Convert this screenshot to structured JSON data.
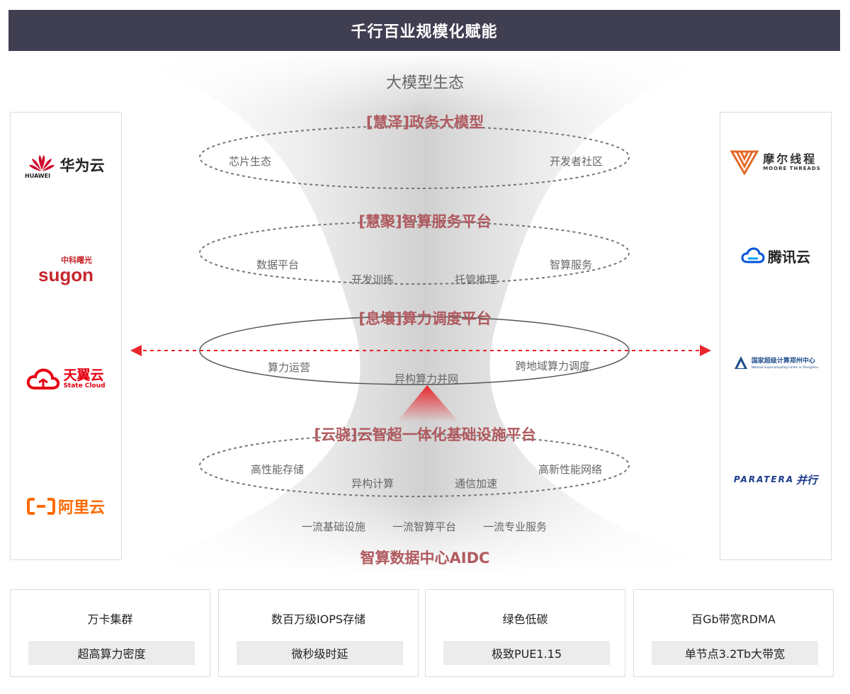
{
  "header": {
    "title": "千行百业规模化赋能"
  },
  "ecosystem": {
    "title": "大模型生态"
  },
  "layers": [
    {
      "title": "[慧泽]政务大模型",
      "items": [
        "芯片生态",
        "开发者社区"
      ]
    },
    {
      "title": "[慧聚]智算服务平台",
      "items": [
        "数据平台",
        "开发训练",
        "托管推理",
        "智算服务"
      ]
    },
    {
      "title": "[息壤]算力调度平台",
      "items": [
        "算力运营",
        "异构算力并网",
        "跨地域算力调度"
      ]
    },
    {
      "title": "[云骁]云智超一体化基础设施平台",
      "items": [
        "高性能存储",
        "异构计算",
        "通信加速",
        "高新性能网络"
      ]
    }
  ],
  "foundation": {
    "items": [
      "一流基础设施",
      "一流智算平台",
      "一流专业服务"
    ],
    "title": "智算数据中心AIDC"
  },
  "partners_left": [
    {
      "name": "华为云",
      "sub": "HUAWEI",
      "icon": "huawei-flower-icon",
      "color": "#cf0a2c"
    },
    {
      "name": "sugon",
      "sub": "中科曙光",
      "icon": "sugon-logo-icon",
      "color": "#c5262c"
    },
    {
      "name": "天翼云",
      "sub": "State Cloud",
      "icon": "cloud-icon",
      "color": "#e60012"
    },
    {
      "name": "阿里云",
      "sub": "",
      "icon": "aliyun-bracket-icon",
      "color": "#ff6a00"
    }
  ],
  "partners_right": [
    {
      "name": "摩尔线程",
      "sub": "MOORE THREADS",
      "icon": "moore-triangle-icon",
      "color": "#e36a2a"
    },
    {
      "name": "腾讯云",
      "sub": "",
      "icon": "tencent-cloud-icon",
      "color": "#0052d9"
    },
    {
      "name": "国家超级计算郑州中心",
      "sub": "National Supercomputing Center in Zhengzhou",
      "icon": "nscc-logo-icon",
      "color": "#1f4e8c"
    },
    {
      "name": "并行",
      "sub": "PARATERA",
      "icon": "paratera-logo-icon",
      "color": "#1a3a8a"
    }
  ],
  "features": [
    {
      "title": "万卡集群",
      "badge": "超高算力密度"
    },
    {
      "title": "数百万级IOPS存储",
      "badge": "微秒级时延"
    },
    {
      "title": "绿色低碳",
      "badge": "极致PUE1.15"
    },
    {
      "title": "百Gb带宽RDMA",
      "badge": "单节点3.2Tb大带宽"
    }
  ],
  "colors": {
    "header_bg": "#403e51",
    "layer_title": "#b05a5f",
    "arrow": "#e8262b"
  }
}
